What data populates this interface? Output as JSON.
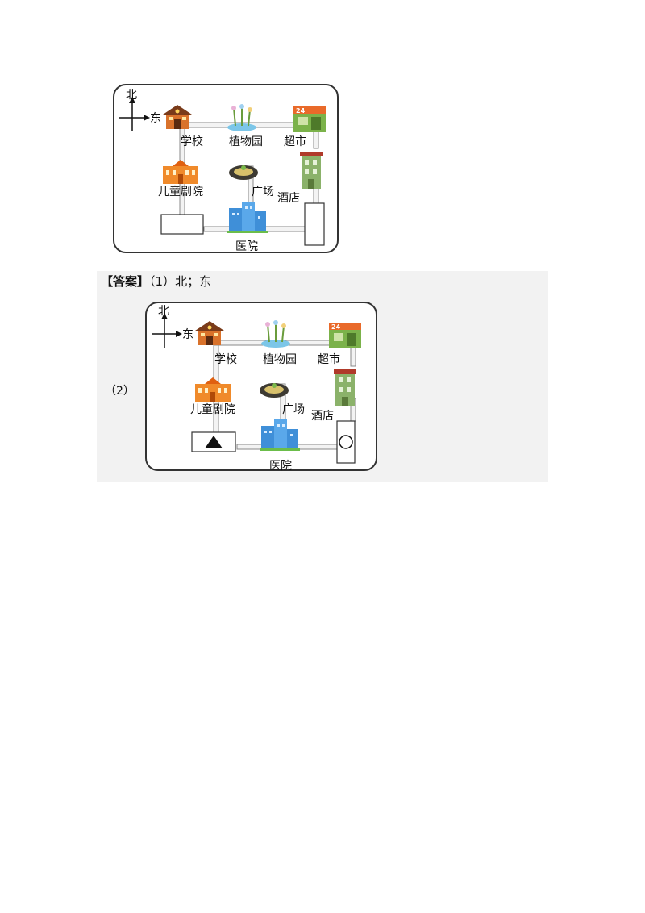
{
  "compass": {
    "north": "北",
    "east": "东"
  },
  "places": {
    "school": "学校",
    "garden": "植物园",
    "market": "超市",
    "theater": "儿童剧院",
    "square": "广场",
    "hotel": "酒店",
    "hospital": "医院"
  },
  "market_sign": "24",
  "answer": {
    "heading": "【答案】",
    "part1_num": "（1）",
    "part1_text": "北；东",
    "part2_num": "（2）"
  },
  "colors": {
    "road": "#9a9a9a",
    "border": "#333333",
    "answer_bg": "#f2f2f2"
  }
}
